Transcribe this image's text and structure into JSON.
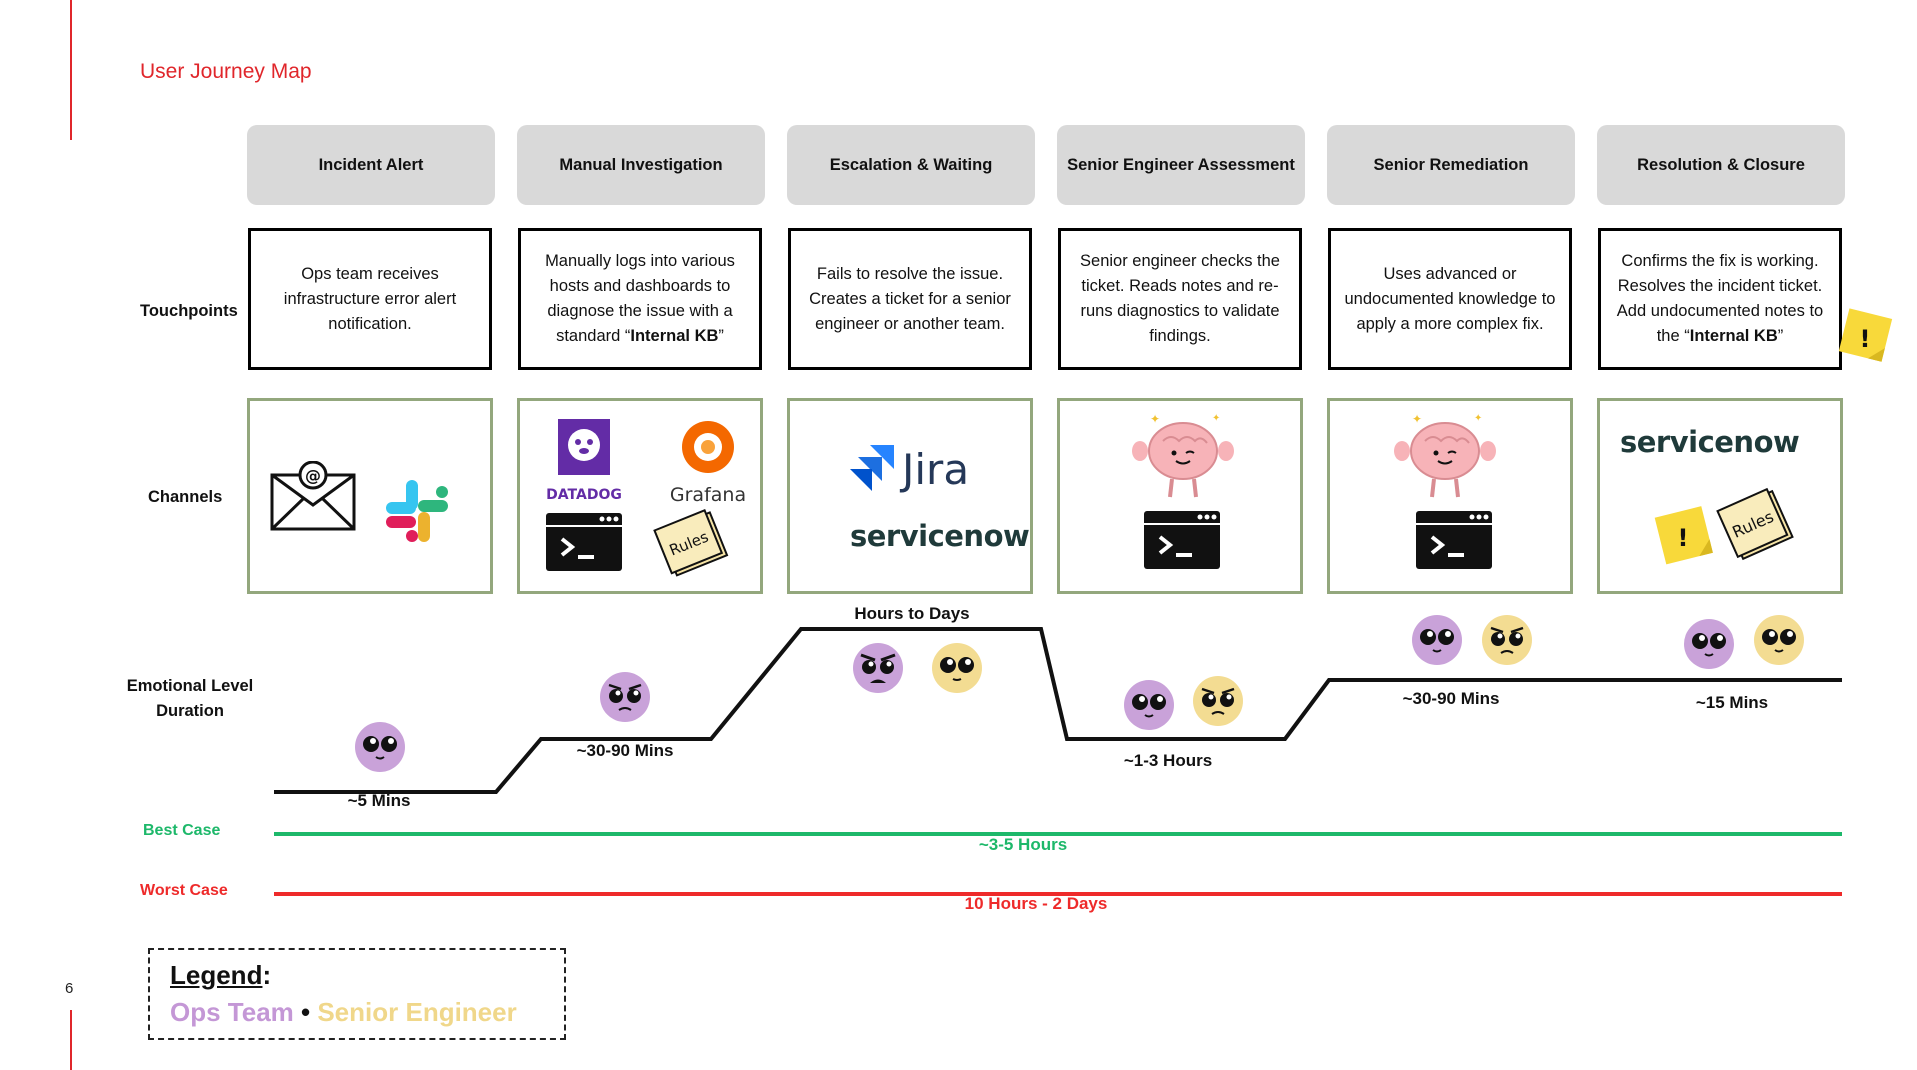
{
  "page": {
    "title": "User Journey Map",
    "page_number": "6",
    "accent_color": "#e0262b"
  },
  "row_labels": {
    "touchpoints": "Touchpoints",
    "channels": "Channels",
    "emotional_line1": "Emotional Level",
    "emotional_line2": "Duration"
  },
  "phases": [
    {
      "title": "Incident Alert",
      "touchpoint": "Ops team receives infrastructure error alert notification.",
      "duration": "~5 Mins",
      "channels": [
        "email-icon",
        "slack-icon"
      ]
    },
    {
      "title": "Manual Investigation",
      "touchpoint_pre": "Manually logs into various hosts and dashboards to diagnose the issue with a standard “",
      "touchpoint_bold": "Internal KB",
      "touchpoint_post": "”",
      "duration": "~30-90 Mins",
      "channels": [
        "datadog-icon",
        "grafana-icon",
        "terminal-icon",
        "rules-notes-icon"
      ]
    },
    {
      "title": "Escalation & Waiting",
      "touchpoint": "Fails to resolve the issue. Creates a ticket for a senior engineer or another team.",
      "duration": "Hours to Days",
      "channels": [
        "jira-icon",
        "servicenow-icon"
      ]
    },
    {
      "title": "Senior Engineer Assessment",
      "touchpoint": "Senior engineer checks the ticket. Reads notes and re-runs diagnostics to validate findings.",
      "duration": "~1-3 Hours",
      "channels": [
        "brain-icon",
        "terminal-icon"
      ]
    },
    {
      "title": "Senior Remediation",
      "touchpoint": "Uses advanced or undocumented knowledge to apply a more complex fix.",
      "duration": "~30-90 Mins",
      "channels": [
        "brain-icon",
        "terminal-icon"
      ]
    },
    {
      "title": "Resolution & Closure",
      "touchpoint_pre": "Confirms the fix is working. Resolves the incident ticket. Add undocumented notes to the “",
      "touchpoint_bold": "Internal KB",
      "touchpoint_post": "”",
      "duration": "~15 Mins",
      "channels": [
        "servicenow-icon",
        "sticky-note-icon",
        "rules-notes-icon"
      ]
    }
  ],
  "brand_text": {
    "datadog": "DATADOG",
    "grafana": "Grafana",
    "jira": "Jira",
    "servicenow": "servicenow",
    "rules": "Rules",
    "warning": "!"
  },
  "cases": {
    "best": {
      "label": "Best Case",
      "value": "~3-5 Hours",
      "color": "#1db86a"
    },
    "worst": {
      "label": "Worst Case",
      "value": "10 Hours - 2 Days",
      "color": "#ee2a2a"
    }
  },
  "legend": {
    "title": "Legend",
    "colon": ":",
    "ops": "Ops Team",
    "separator": " • ",
    "senior": "Senior Engineer",
    "ops_color": "#c497d6",
    "senior_color": "#f0d78a"
  },
  "colors": {
    "ops_face": "#c9a2d9",
    "senior_face": "#f3dc92",
    "channel_border": "#93a77d",
    "phase_fill": "#d9d9d9"
  }
}
